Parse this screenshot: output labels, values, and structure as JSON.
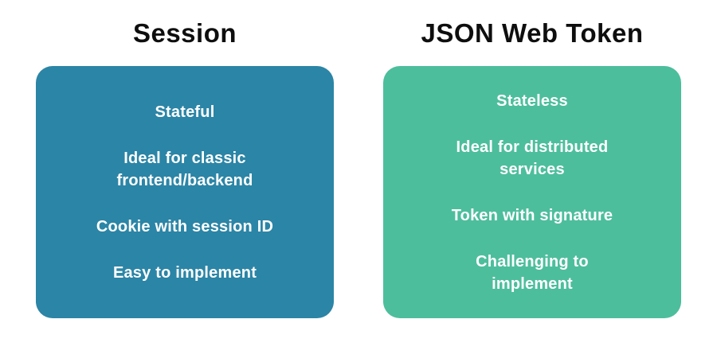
{
  "page": {
    "background_color": "#ffffff",
    "title_color": "#0e0e0e",
    "item_text_color": "#ffffff"
  },
  "columns": [
    {
      "title": "Session",
      "box_color": "#2b85a6",
      "items": [
        "Stateful",
        "Ideal for classic\nfrontend/backend",
        "Cookie with session ID",
        "Easy to implement"
      ]
    },
    {
      "title": "JSON Web Token",
      "box_color": "#4dbe9c",
      "items": [
        "Stateless",
        "Ideal for distributed\nservices",
        "Token with signature",
        "Challenging to\nimplement"
      ]
    }
  ]
}
